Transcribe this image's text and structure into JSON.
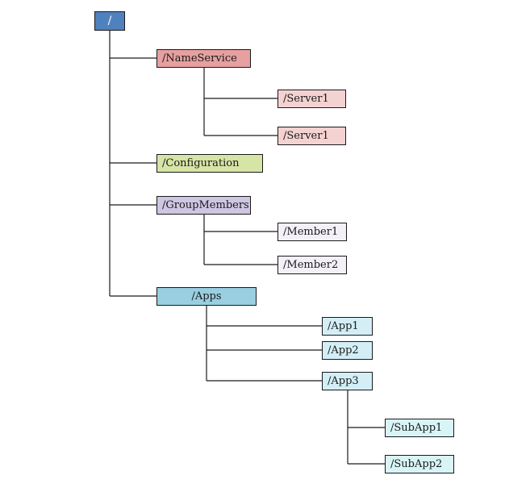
{
  "colors": {
    "root": "#4f81bd",
    "name_service": "#e6a0a0",
    "server": "#f4d2d2",
    "configuration": "#d6e4a6",
    "group_members": "#cfc6e3",
    "member": "#f3f0f8",
    "apps": "#99cfe0",
    "app": "#d3eef6",
    "sub_app": "#d8f4f7",
    "line": "#1a1a1a"
  },
  "root": {
    "label": "/",
    "icon": "root-znode"
  },
  "name_service": {
    "label": "/NameService",
    "children": [
      {
        "label": "/Server1"
      },
      {
        "label": "/Server1"
      }
    ]
  },
  "configuration": {
    "label": "/Configuration"
  },
  "group_members": {
    "label": "/GroupMembers",
    "children": [
      {
        "label": "/Member1"
      },
      {
        "label": "/Member2"
      }
    ]
  },
  "apps": {
    "label": "/Apps",
    "children": [
      {
        "label": "/App1"
      },
      {
        "label": "/App2"
      },
      {
        "label": "/App3",
        "children": [
          {
            "label": "/SubApp1"
          },
          {
            "label": "/SubApp2"
          }
        ]
      }
    ]
  }
}
